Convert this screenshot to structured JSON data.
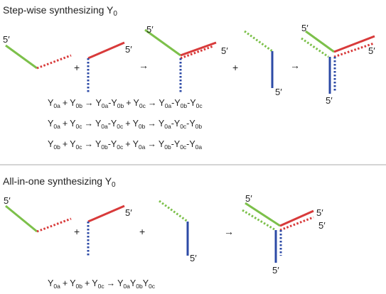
{
  "section1": {
    "heading": {
      "text": "Step-wise synthesizing Y",
      "sub": "0"
    },
    "labels": {
      "prime_end": "5′",
      "plus": "+",
      "arrow": "→"
    },
    "equations": [
      [
        {
          "t": "Y",
          "s": "0a"
        },
        {
          "op": "+"
        },
        {
          "t": "Y",
          "s": "0b"
        },
        {
          "op": "→"
        },
        {
          "t": "Y",
          "s": "0a"
        },
        {
          "t": "-Y",
          "s": "0b"
        },
        {
          "op": "+"
        },
        {
          "t": "Y",
          "s": "0c"
        },
        {
          "op": "→"
        },
        {
          "t": "Y",
          "s": "0a"
        },
        {
          "t": "-Y",
          "s": "0b"
        },
        {
          "t": "-Y",
          "s": "0c"
        }
      ],
      [
        {
          "t": "Y",
          "s": "0a"
        },
        {
          "op": "+"
        },
        {
          "t": "Y",
          "s": "0c"
        },
        {
          "op": "→"
        },
        {
          "t": "Y",
          "s": "0a"
        },
        {
          "t": "-Y",
          "s": "0c"
        },
        {
          "op": "+"
        },
        {
          "t": "Y",
          "s": "0b"
        },
        {
          "op": "→"
        },
        {
          "t": "Y",
          "s": "0a"
        },
        {
          "t": "-Y",
          "s": "0c"
        },
        {
          "t": "-Y",
          "s": "0b"
        }
      ],
      [
        {
          "t": "Y",
          "s": "0b"
        },
        {
          "op": "+"
        },
        {
          "t": "Y",
          "s": "0c"
        },
        {
          "op": "→"
        },
        {
          "t": "Y",
          "s": "0b"
        },
        {
          "t": "-Y",
          "s": "0c"
        },
        {
          "op": "+"
        },
        {
          "t": "Y",
          "s": "0a"
        },
        {
          "op": "→"
        },
        {
          "t": "Y",
          "s": "0b"
        },
        {
          "t": "-Y",
          "s": "0c"
        },
        {
          "t": "-Y",
          "s": "0a"
        }
      ]
    ]
  },
  "section2": {
    "heading": {
      "text": "All-in-one synthesizing Y",
      "sub": "0"
    },
    "equation": [
      {
        "t": "Y",
        "s": "0a"
      },
      {
        "op": "+"
      },
      {
        "t": "Y",
        "s": "0b"
      },
      {
        "op": "+"
      },
      {
        "t": "Y",
        "s": "0c"
      },
      {
        "op": "→"
      },
      {
        "t": "Y",
        "s": "0a"
      },
      {
        "t": "Y",
        "s": "0b"
      },
      {
        "t": "Y",
        "s": "0c"
      }
    ]
  },
  "colors": {
    "green": "#7cc04a",
    "red": "#d83a3a",
    "blue": "#2c4aa6",
    "divider": "#aaaaaa",
    "text": "#222222"
  }
}
